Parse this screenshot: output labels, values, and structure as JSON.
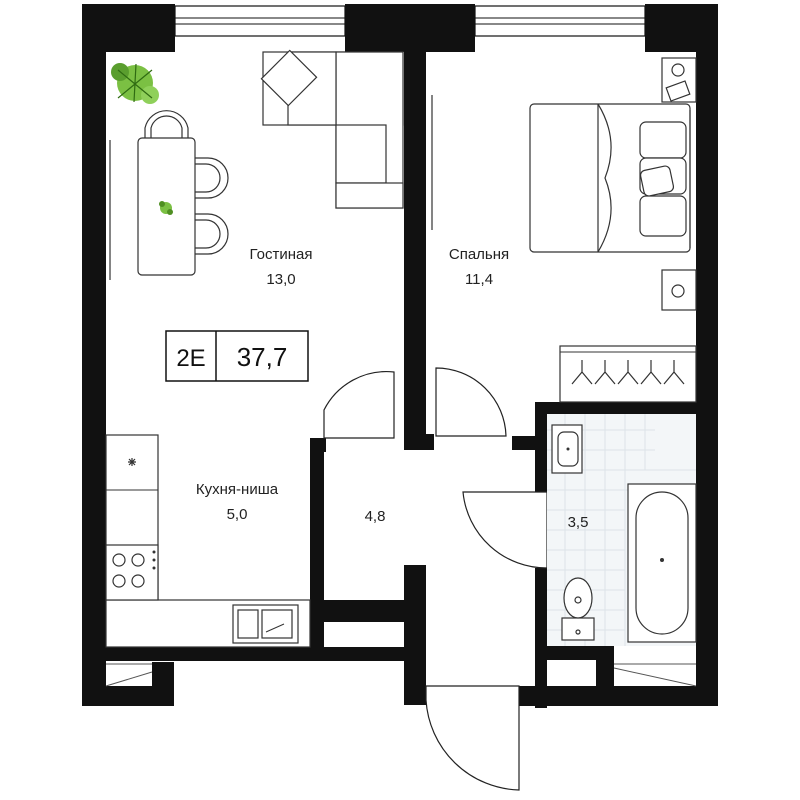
{
  "apartment": {
    "type_code": "2Е",
    "total_area": "37,7"
  },
  "rooms": [
    {
      "id": "living",
      "name": "Гостиная",
      "area": "13,0"
    },
    {
      "id": "bedroom",
      "name": "Спальня",
      "area": "11,4"
    },
    {
      "id": "kitchen",
      "name": "Кухня-ниша",
      "area": "5,0"
    },
    {
      "id": "hall",
      "name": "",
      "area": "4,8"
    },
    {
      "id": "bathroom",
      "name": "",
      "area": "3,5"
    }
  ],
  "colors": {
    "wall": "#111111",
    "plant": "#7bc043",
    "background": "#ffffff"
  }
}
